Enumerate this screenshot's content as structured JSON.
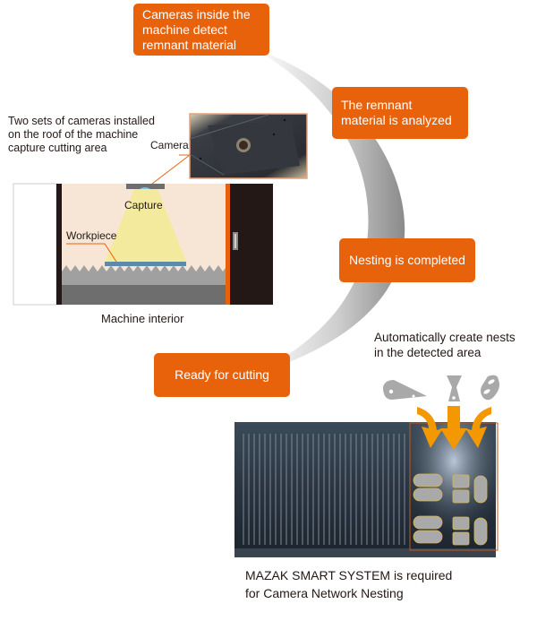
{
  "steps": [
    {
      "id": "detect",
      "label": "Cameras inside the\nmachine detect\nremnant material"
    },
    {
      "id": "analyze",
      "label": "The remnant\nmaterial is analyzed"
    },
    {
      "id": "nest",
      "label": "Nesting is completed"
    },
    {
      "id": "ready",
      "label": "Ready for cutting"
    }
  ],
  "machine": {
    "note": "Two sets of cameras installed\non the roof of the machine\ncapture cutting area",
    "camera_label": "Camera",
    "capture_label": "Capture",
    "workpiece_label": "Workpiece",
    "caption": "Machine interior"
  },
  "nesting": {
    "note": "Automatically create nests\nin the detected area",
    "footer": "MAZAK SMART SYSTEM is required\nfor Camera Network Nesting"
  },
  "colors": {
    "accent": "#e8620c",
    "arrow": "#f39800",
    "machine_bg": "#f7e6d5",
    "beam": "#f3ea9e",
    "door": "#231815"
  }
}
